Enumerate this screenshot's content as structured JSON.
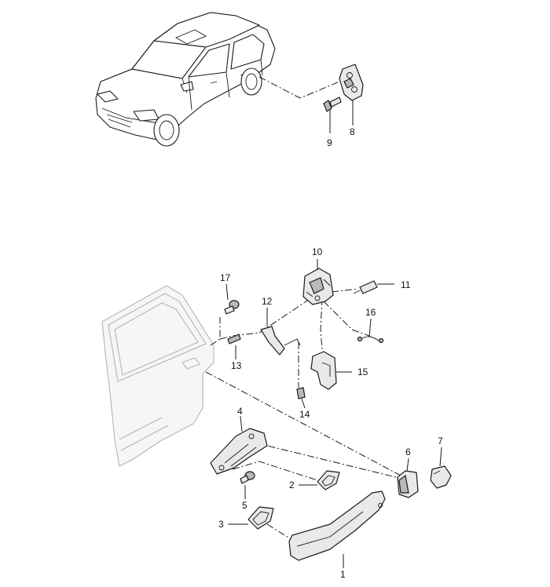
{
  "callouts": {
    "c1": "1",
    "c2": "2",
    "c3": "3",
    "c4": "4",
    "c5": "5",
    "c6": "6",
    "c7": "7",
    "c8": "8",
    "c9": "9",
    "c10": "10",
    "c11": "11",
    "c12": "12",
    "c13": "13",
    "c14": "14",
    "c15": "15",
    "c16": "16",
    "c17": "17"
  },
  "colors": {
    "ink": "#1a1a1a",
    "ghost": "#b4b4b4",
    "part_fill": "#e9e9e9"
  }
}
